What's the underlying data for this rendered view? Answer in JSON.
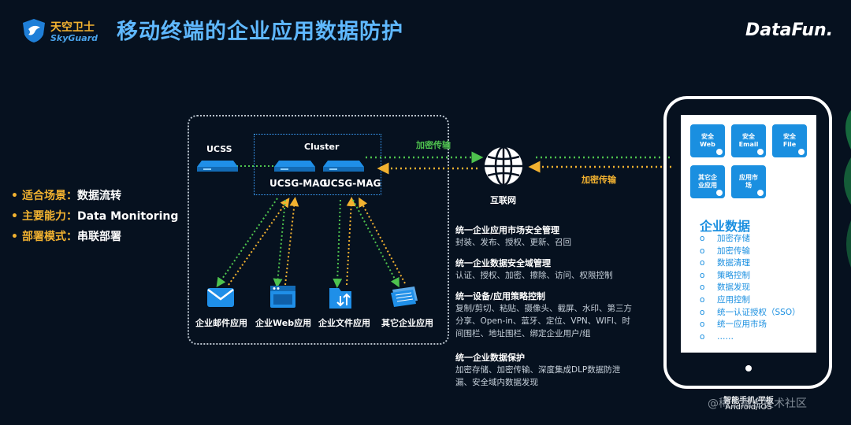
{
  "brand": {
    "cn": "天空卫士",
    "en": "SkyGuard",
    "right_logo": "DataFun."
  },
  "title": "移动终端的企业应用数据防护",
  "bullets": [
    {
      "label": "适合场景：",
      "value": "数据流转"
    },
    {
      "label": "主要能力：",
      "value": "Data Monitoring"
    },
    {
      "label": "部署模式：",
      "value": "串联部署"
    }
  ],
  "diagram": {
    "ucss": "UCSS",
    "cluster": "Cluster",
    "mag1": "UCSG-MAG",
    "mag2": "UCSG-MAG",
    "internet": "互联网",
    "encrypt_top": "加密传输",
    "encrypt_right": "加密传输",
    "apps": [
      "企业邮件应用",
      "企业Web应用",
      "企业文件应用",
      "其它企业应用"
    ]
  },
  "sections": [
    {
      "heading": "统一企业应用市场安全管理",
      "body": "封装、发布、授权、更新、召回"
    },
    {
      "heading": "统一企业数据安全域管理",
      "body": "认证、授权、加密、擦除、访问、权限控制"
    },
    {
      "heading": "统一设备/应用策略控制",
      "body": "复制/剪切、粘贴、摄像头、截屏、水印、第三方分享、Open-in、蓝牙、定位、VPN、WIFI、时间围栏、地址围栏、绑定企业用户/组"
    },
    {
      "heading": "统一企业数据保护",
      "body": "加密存储、加密传输、深度集成DLP数据防泄漏、安全域内数据发现"
    }
  ],
  "device": {
    "tiles": [
      "安全\nWeb",
      "安全\nEmail",
      "安全\nFile",
      "其它企\n业应用",
      "应用市\n场"
    ],
    "enterprise_title": "企业数据",
    "bullet_mark": "o",
    "enterprise_items": [
      "加密存储",
      "加密传输",
      "数据清理",
      "策略控制",
      "数据发现",
      "应用控制",
      "统一认证授权（SSO）",
      "统一应用市场",
      "……"
    ],
    "caption": "智能手机/平板",
    "caption_sub": "Android/IOS"
  },
  "watermark": "@稀土掘金技术社区",
  "colors": {
    "accent": "#5fb8ff",
    "orange": "#f2b230",
    "green": "#4ec24e",
    "tile": "#1a8fe0"
  }
}
